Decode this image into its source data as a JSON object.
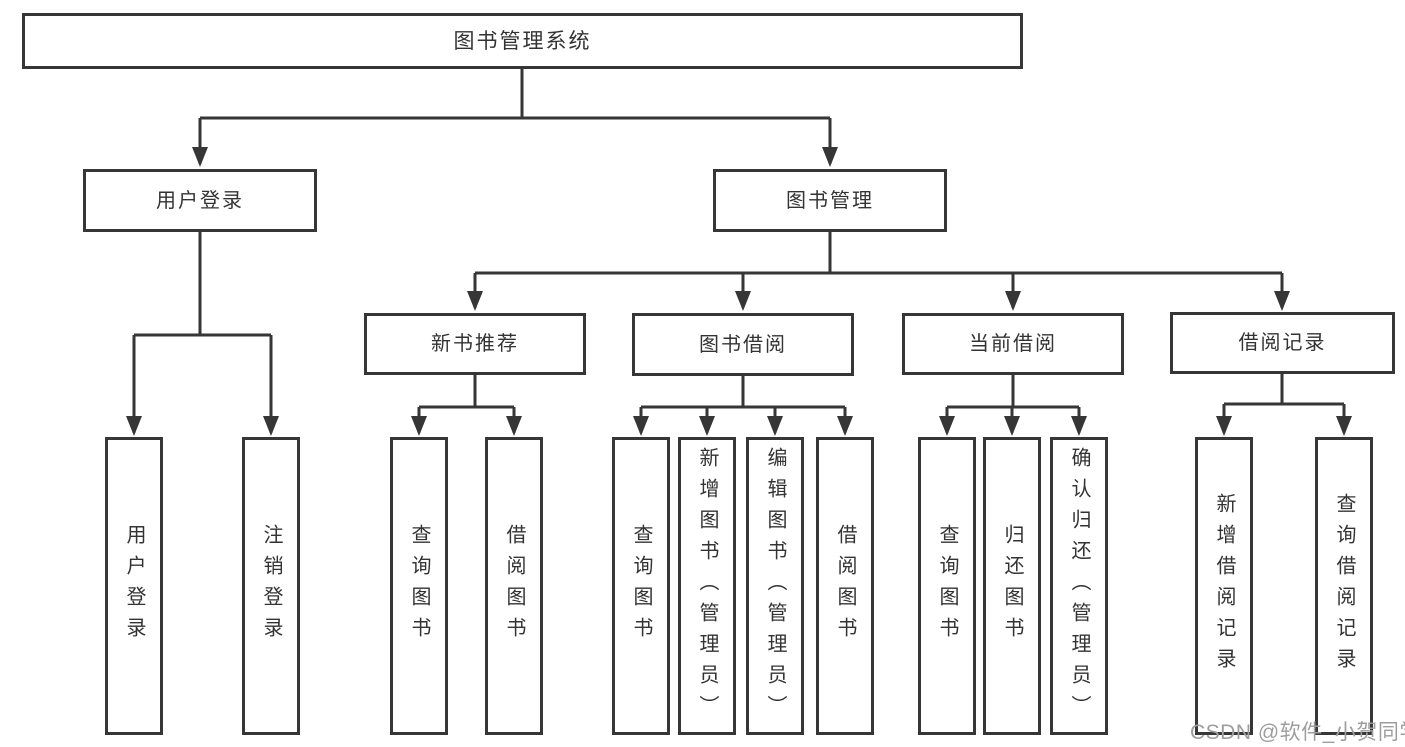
{
  "diagram": {
    "root": {
      "label": "图书管理系统"
    },
    "branches": [
      {
        "label": "用户登录",
        "leaves": [
          {
            "label": "用户登录"
          },
          {
            "label": "注销登录"
          }
        ]
      },
      {
        "label": "图书管理",
        "sections": [
          {
            "label": "新书推荐",
            "leaves": [
              {
                "label": "查询图书"
              },
              {
                "label": "借阅图书"
              }
            ]
          },
          {
            "label": "图书借阅",
            "leaves": [
              {
                "label": "查询图书"
              },
              {
                "label": "新增图书（管理员）"
              },
              {
                "label": "编辑图书（管理员）"
              },
              {
                "label": "借阅图书"
              }
            ]
          },
          {
            "label": "当前借阅",
            "leaves": [
              {
                "label": "查询图书"
              },
              {
                "label": "归还图书"
              },
              {
                "label": "确认归还（管理员）"
              }
            ]
          },
          {
            "label": "借阅记录",
            "leaves": [
              {
                "label": "新增借阅记录"
              },
              {
                "label": "查询借阅记录"
              }
            ]
          }
        ]
      }
    ]
  },
  "watermark": {
    "text": "CSDN @软件_小贺同学"
  },
  "colors": {
    "line": "#363636",
    "box_border": "#363636",
    "box_bg": "#ffffff",
    "text": "#333333",
    "watermark": "#9e9e9e"
  }
}
